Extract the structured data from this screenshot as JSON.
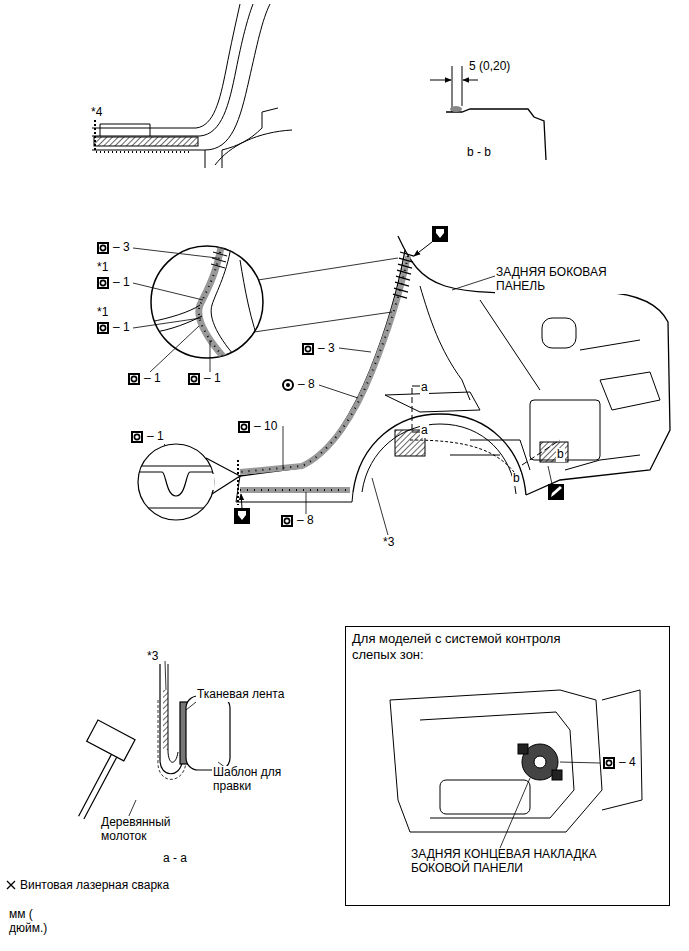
{
  "diagram": {
    "nodes": [
      {
        "text": [
          "Для моделей с системой контроля слепых зон:"
        ]
      }
    ],
    "labels": [
      "*4",
      "5 (0,20)",
      "b - b",
      "– 3",
      "*1",
      "– 1",
      "*1",
      "– 1",
      "– 1",
      "– 1",
      "ЗАДНЯЯ БОКОВАЯ ПАНЕЛЬ",
      "– 3",
      "– 8",
      "a",
      "a",
      "b",
      "b",
      "– 10",
      "– 1",
      "– 8",
      "*3",
      "*3",
      "Тканевая лента",
      "Шаблон для правки",
      "Деревянный молоток",
      "a - a",
      "– 4",
      "ЗАДНЯЯ КОНЦЕВАЯ НАКЛАДКА БОКОВОЙ ПАНЕЛИ",
      "мм ( дюйм.)"
    ],
    "legend": [
      {
        "text": "Винтовая лазерная сварка"
      }
    ]
  }
}
